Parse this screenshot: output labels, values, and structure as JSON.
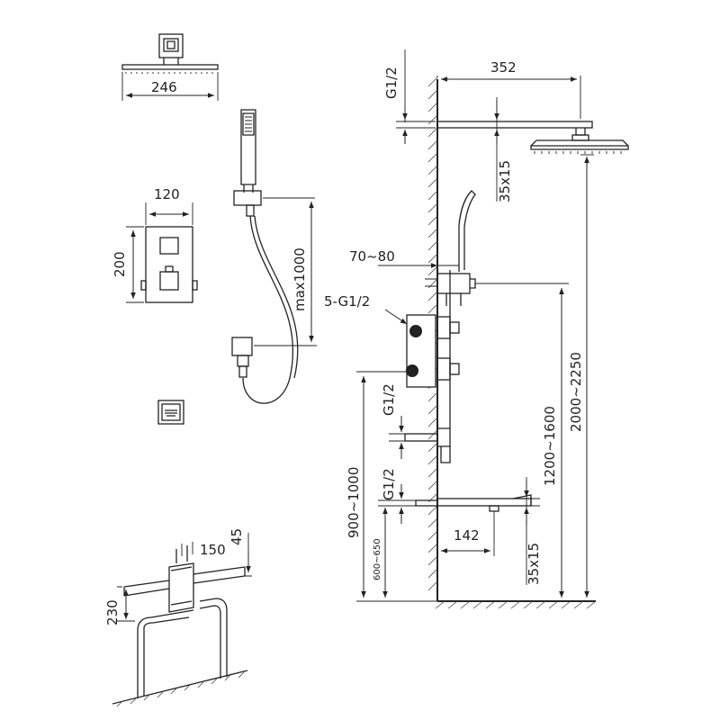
{
  "dimensions": {
    "rain_head_width": "246",
    "valve_plate_width": "120",
    "valve_plate_height": "200",
    "hose_length": "max1000",
    "arm_length": "352",
    "arm_thread": "G1/2",
    "arm_depth": "35x15",
    "valve_offset": "70~80",
    "valve_connections": "5-G1/2",
    "lower_thread_1": "G1/2",
    "lower_thread_2": "G1/2",
    "valve_height": "900~1000",
    "spout_height": "600~650",
    "spout_length": "142",
    "spout_depth": "35x15",
    "handset_holder_height": "1200~1600",
    "overhead_height": "2000~2250",
    "box_width": "150",
    "box_depth": "45",
    "box_height": "230"
  },
  "colors": {
    "line": "#222222",
    "background": "#ffffff"
  }
}
